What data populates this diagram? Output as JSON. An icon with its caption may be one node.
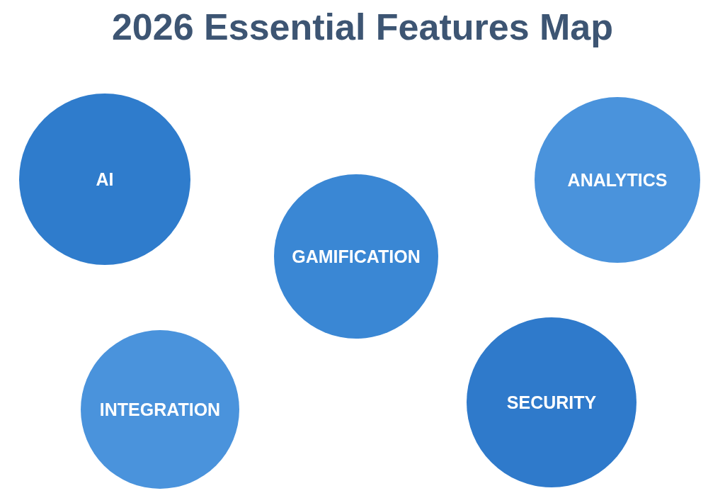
{
  "diagram": {
    "title": "2026 Essential Features Map",
    "nodes": [
      {
        "text": [
          "AI"
        ]
      },
      {
        "text": [
          "ANALYTICS"
        ]
      },
      {
        "text": [
          "GAMIFICATION"
        ]
      },
      {
        "text": [
          "INTEGRATION"
        ]
      },
      {
        "text": [
          "SECURITY"
        ]
      }
    ],
    "edges": []
  }
}
